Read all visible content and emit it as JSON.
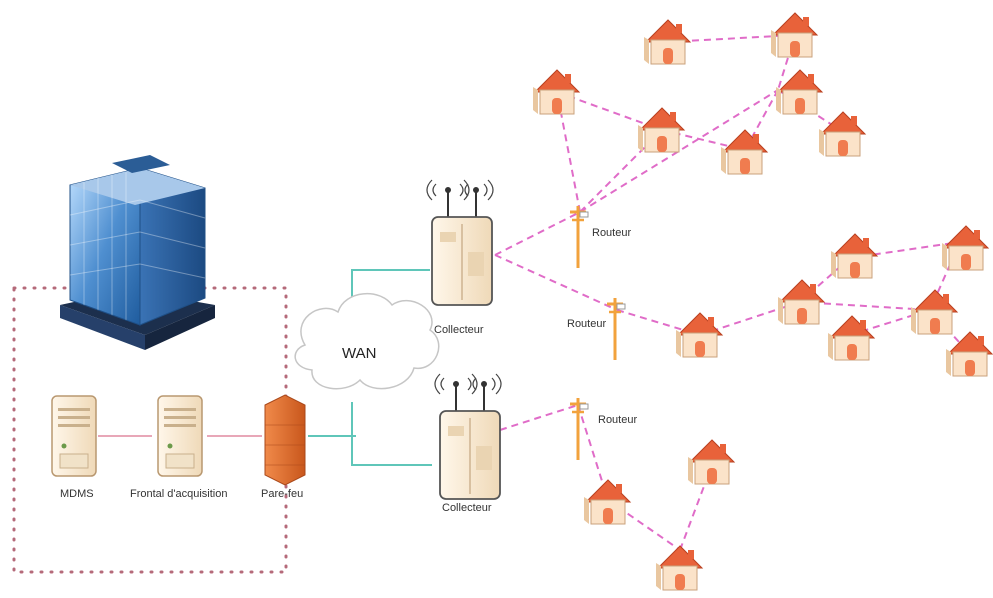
{
  "labels": {
    "mdms": "MDMS",
    "frontal": "Frontal d'acquisition",
    "firewall": "Pare-feu",
    "wan": "WAN",
    "collector_1": "Collecteur",
    "collector_2": "Collecteur",
    "router_1": "Routeur",
    "router_2": "Routeur",
    "router_3": "Routeur"
  },
  "colors": {
    "mesh_link": "#e06cc8",
    "wan_link": "#5fc6b9",
    "lan_link": "#e08aa0",
    "boundary": "#b56a7a",
    "pole": "#f2a23c",
    "roof": "#e8623a",
    "house_wall": "#fbe3c9",
    "building": "#4f8fd0"
  },
  "icons": [
    "office-building-icon",
    "server-icon",
    "firewall-icon",
    "cloud-icon",
    "collector-icon",
    "router-pole-icon",
    "house-icon"
  ]
}
